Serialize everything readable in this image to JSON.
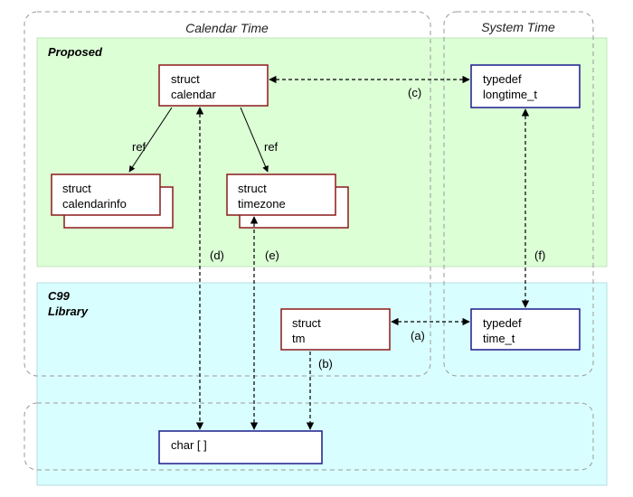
{
  "groups": {
    "calendar_time": "Calendar Time",
    "system_time": "System Time"
  },
  "regions": {
    "proposed": "Proposed",
    "c99_line1": "C99",
    "c99_line2": "Library"
  },
  "nodes": {
    "calendar": {
      "line1": "struct",
      "line2": "calendar"
    },
    "calendarinfo": {
      "line1": "struct",
      "line2": "calendarinfo"
    },
    "timezone": {
      "line1": "struct",
      "line2": "timezone"
    },
    "longtime": {
      "line1": "typedef",
      "line2": "longtime_t"
    },
    "tm": {
      "line1": "struct",
      "line2": "tm"
    },
    "time_t": {
      "line1": "typedef",
      "line2": "time_t"
    },
    "char_array": {
      "line1": "char [ ]"
    }
  },
  "edges": {
    "ref_calendarinfo": "ref",
    "ref_timezone": "ref",
    "a": "(a)",
    "b": "(b)",
    "c": "(c)",
    "d": "(d)",
    "e": "(e)",
    "f": "(f)"
  },
  "colors": {
    "proposed_fill": "#dcffd6",
    "c99_fill": "#d9feff",
    "struct_border": "#8b1a1a",
    "typedef_border": "#1c1c8c",
    "dashed_group": "#9a9a9a"
  }
}
